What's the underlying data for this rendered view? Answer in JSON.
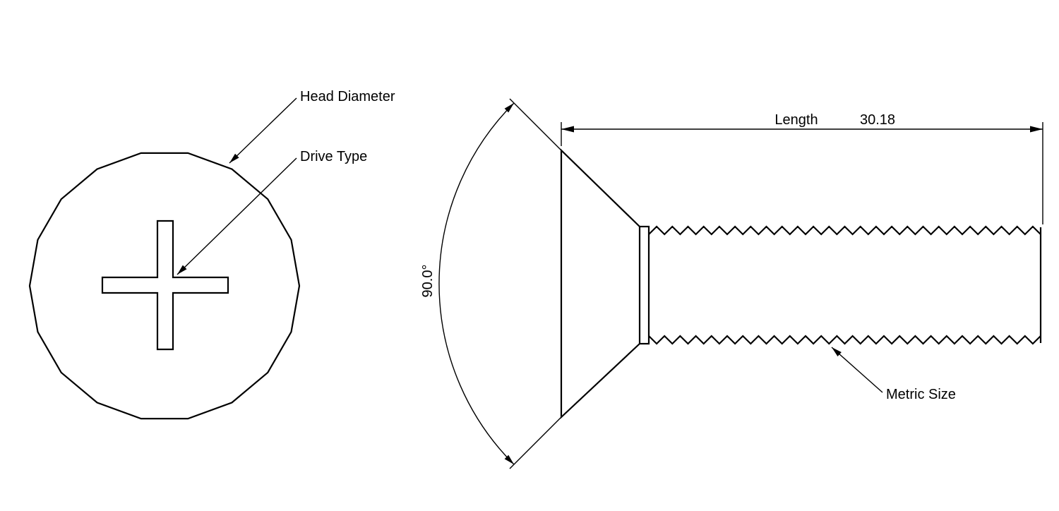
{
  "drawing": {
    "background_color": "#ffffff",
    "line_color": "#000000",
    "left_view": {
      "head_diameter_label": "Head Diameter",
      "drive_type_label": "Drive Type"
    },
    "side_view": {
      "length_label": "Length",
      "length_value": "30.18",
      "countersink_angle": "90.0°",
      "metric_size_label": "Metric Size"
    }
  }
}
